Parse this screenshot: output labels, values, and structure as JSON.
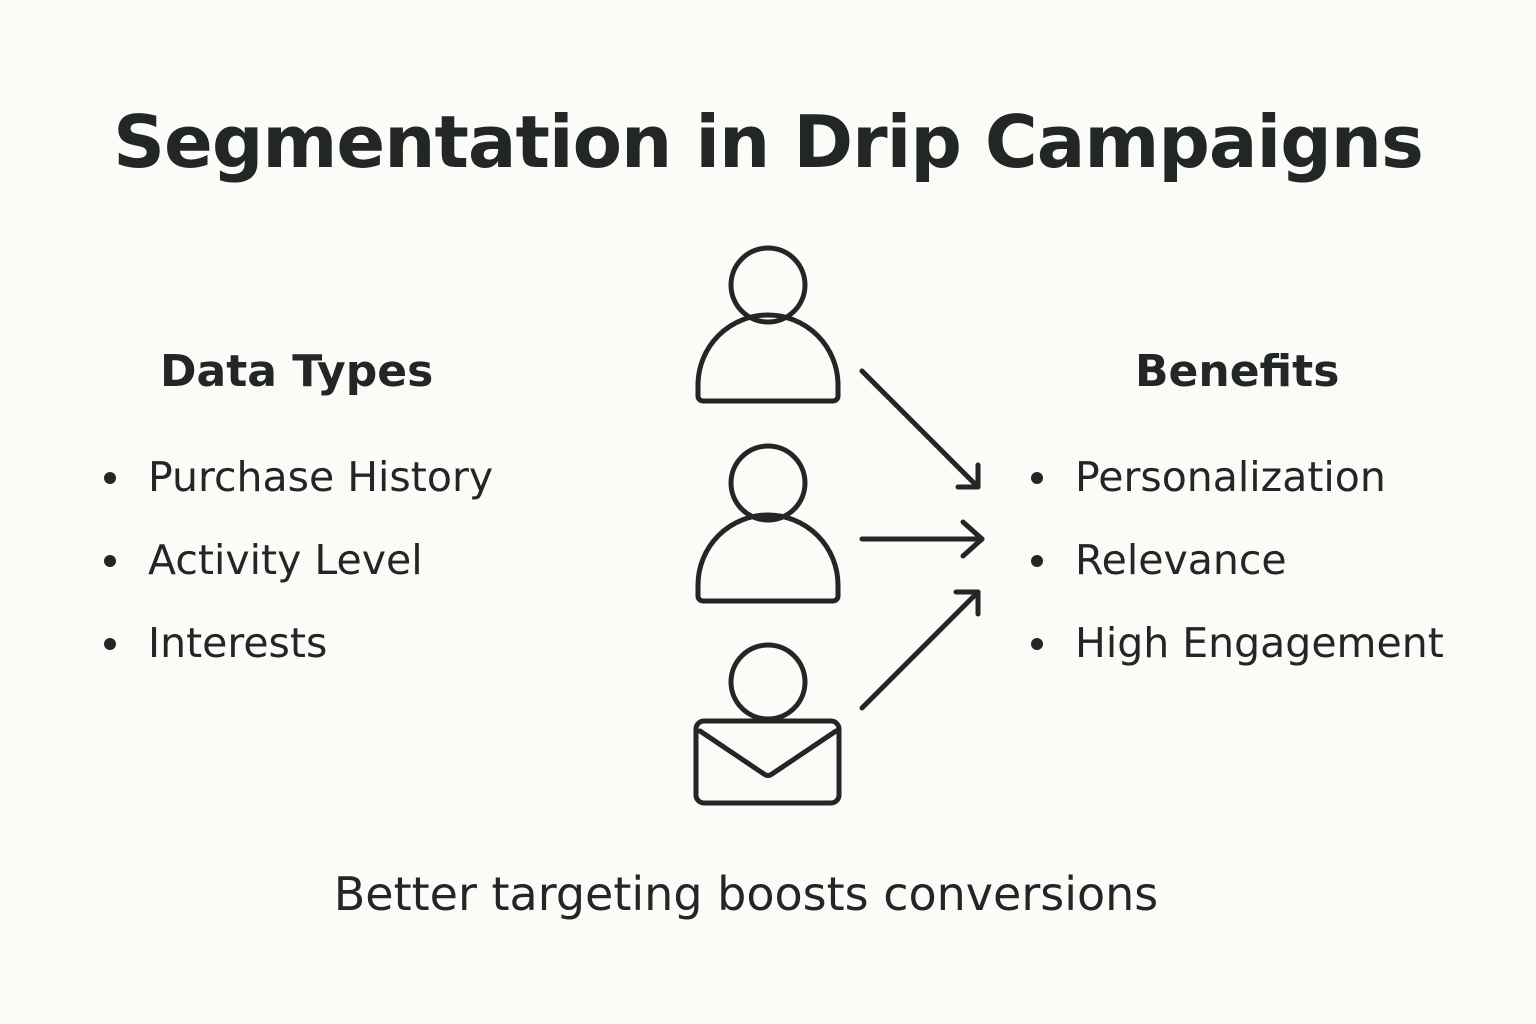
{
  "title": "Segmentation in Drip Campaigns",
  "left_column": {
    "heading": "Data Types",
    "items": [
      "Purchase History",
      "Activity Level",
      "Interests"
    ]
  },
  "right_column": {
    "heading": "Benefits",
    "items": [
      "Personalization",
      "Relevance",
      "High Engagement"
    ]
  },
  "caption": "Better targeting boosts conversions",
  "icons": [
    "person-icon",
    "person-icon",
    "person-with-envelope-icon"
  ],
  "colors": {
    "background": "#fbfbf7",
    "ink": "#222626"
  }
}
